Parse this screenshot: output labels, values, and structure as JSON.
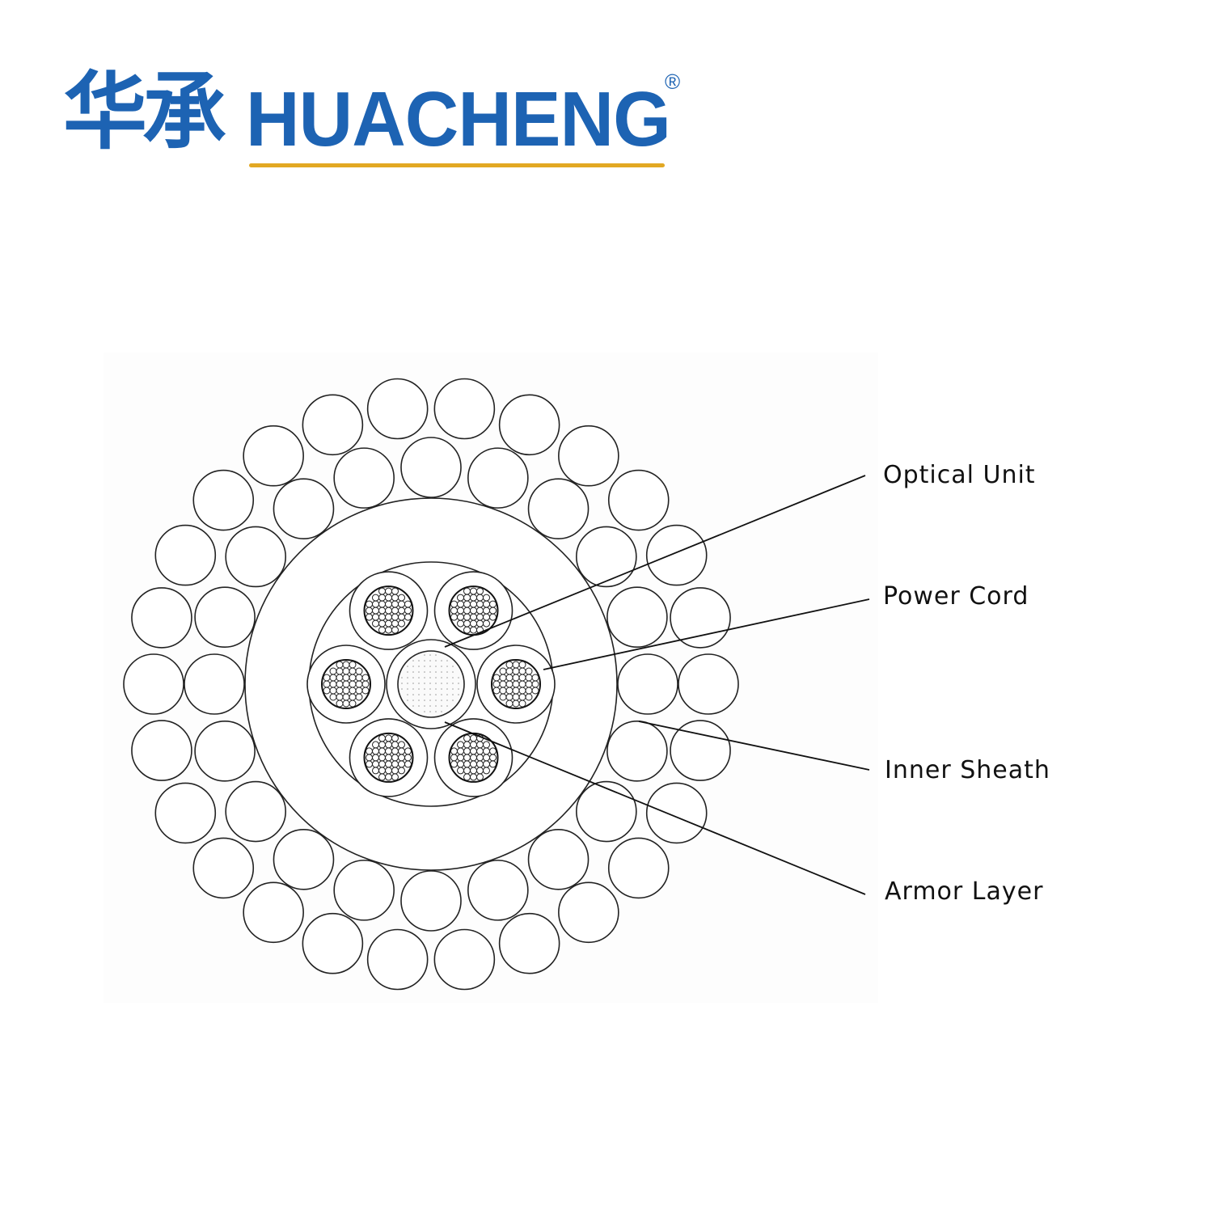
{
  "logo": {
    "chinese": "华承",
    "brand": "HUACHENG",
    "registered": "®",
    "brand_color": "#1d63b3",
    "underline_color": "#e2a823"
  },
  "labels": {
    "optical_unit": "Optical Unit",
    "power_cord": "Power Cord",
    "inner_sheath": "Inner Sheath",
    "armor_layer": "Armor Layer"
  }
}
